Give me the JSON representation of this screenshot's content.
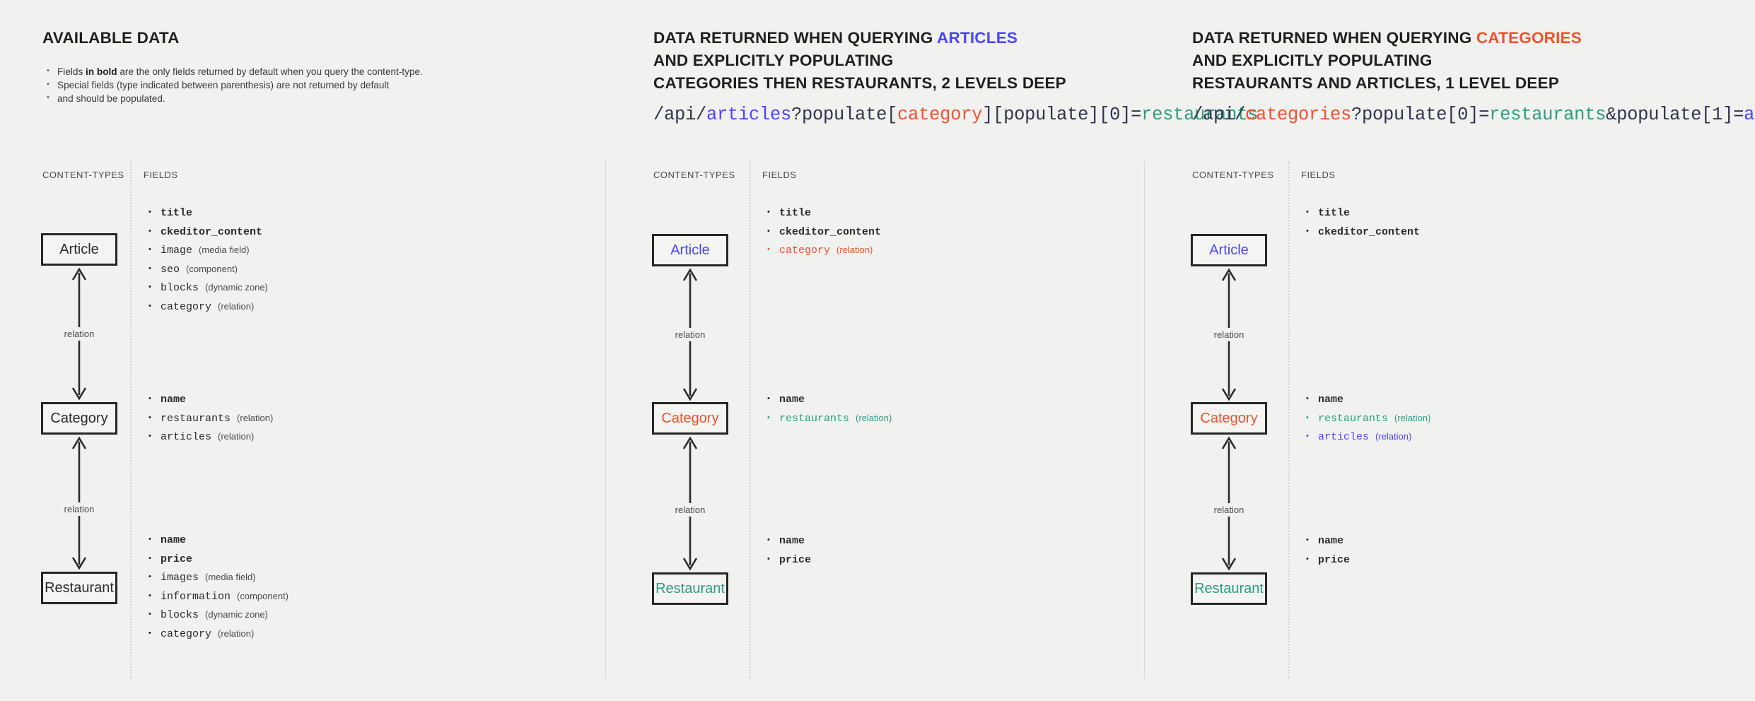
{
  "colors": {
    "blue": "#4945ff",
    "red": "#f5512a",
    "green": "#2a9d7f",
    "ink": "#1f1f1f",
    "background": "#f1f1f0"
  },
  "panel1": {
    "heading": "AVAILABLE DATA",
    "bullets": [
      {
        "pre": "Fields ",
        "bold": "in bold",
        "post": " are the only fields returned by default when you query the content-type."
      },
      {
        "pre": "Special fields (type indicated between parenthesis) are not returned by default",
        "bold": "",
        "post": ""
      },
      {
        "pre": "and should be populated.",
        "bold": "",
        "post": ""
      }
    ],
    "col_types_label": "CONTENT-TYPES",
    "col_fields_label": "FIELDS",
    "relation_label_1": "relation",
    "relation_label_2": "relation",
    "nodes": [
      {
        "name": "Article",
        "color": "default"
      },
      {
        "name": "Category",
        "color": "default"
      },
      {
        "name": "Restaurant",
        "color": "default"
      }
    ],
    "fields": {
      "article": [
        {
          "name": "title",
          "type": "",
          "bold": true,
          "color": ""
        },
        {
          "name": "ckeditor_content",
          "type": "",
          "bold": true,
          "color": ""
        },
        {
          "name": "image",
          "type": "(media field)",
          "bold": false,
          "color": ""
        },
        {
          "name": "seo",
          "type": "(component)",
          "bold": false,
          "color": ""
        },
        {
          "name": "blocks",
          "type": "(dynamic zone)",
          "bold": false,
          "color": ""
        },
        {
          "name": "category",
          "type": "(relation)",
          "bold": false,
          "color": ""
        }
      ],
      "category": [
        {
          "name": "name",
          "type": "",
          "bold": true,
          "color": ""
        },
        {
          "name": "restaurants",
          "type": "(relation)",
          "bold": false,
          "color": ""
        },
        {
          "name": "articles",
          "type": "(relation)",
          "bold": false,
          "color": ""
        }
      ],
      "restaurant": [
        {
          "name": "name",
          "type": "",
          "bold": true,
          "color": ""
        },
        {
          "name": "price",
          "type": "",
          "bold": true,
          "color": ""
        },
        {
          "name": "images",
          "type": "(media field)",
          "bold": false,
          "color": ""
        },
        {
          "name": "information",
          "type": "(component)",
          "bold": false,
          "color": ""
        },
        {
          "name": "blocks",
          "type": "(dynamic zone)",
          "bold": false,
          "color": ""
        },
        {
          "name": "category",
          "type": "(relation)",
          "bold": false,
          "color": ""
        }
      ]
    }
  },
  "panel2": {
    "heading_line1_a": "DATA RETURNED WHEN QUERYING ",
    "heading_line1_b": "ARTICLES",
    "heading_line2": "AND EXPLICITLY POPULATING",
    "heading_line3": "CATEGORIES THEN RESTAURANTS, 2 LEVELS DEEP",
    "url": [
      {
        "t": "/api/",
        "c": ""
      },
      {
        "t": "articles",
        "c": "blue"
      },
      {
        "t": "?populate[",
        "c": ""
      },
      {
        "t": "category",
        "c": "red"
      },
      {
        "t": "][populate][0]=",
        "c": ""
      },
      {
        "t": "restaurants",
        "c": "green"
      }
    ],
    "col_types_label": "CONTENT-TYPES",
    "col_fields_label": "FIELDS",
    "relation_label_1": "relation",
    "relation_label_2": "relation",
    "nodes": [
      {
        "name": "Article",
        "color": "blue"
      },
      {
        "name": "Category",
        "color": "red"
      },
      {
        "name": "Restaurant",
        "color": "green"
      }
    ],
    "fields": {
      "article": [
        {
          "name": "title",
          "type": "",
          "bold": true,
          "color": ""
        },
        {
          "name": "ckeditor_content",
          "type": "",
          "bold": true,
          "color": ""
        },
        {
          "name": "category",
          "type": "(relation)",
          "bold": false,
          "color": "c-red"
        }
      ],
      "category": [
        {
          "name": "name",
          "type": "",
          "bold": true,
          "color": ""
        },
        {
          "name": "restaurants",
          "type": "(relation)",
          "bold": false,
          "color": "c-green"
        }
      ],
      "restaurant": [
        {
          "name": "name",
          "type": "",
          "bold": true,
          "color": ""
        },
        {
          "name": "price",
          "type": "",
          "bold": true,
          "color": ""
        }
      ]
    }
  },
  "panel3": {
    "heading_line1_a": "DATA RETURNED WHEN QUERYING ",
    "heading_line1_b": "CATEGORIES",
    "heading_line2": "AND EXPLICITLY POPULATING",
    "heading_line3": "RESTAURANTS AND ARTICLES, 1 LEVEL DEEP",
    "url": [
      {
        "t": "/api/",
        "c": ""
      },
      {
        "t": "categories",
        "c": "red"
      },
      {
        "t": "?populate[0]=",
        "c": ""
      },
      {
        "t": "restaurants",
        "c": "green"
      },
      {
        "t": "&populate[1]=",
        "c": ""
      },
      {
        "t": "articles",
        "c": "blue"
      }
    ],
    "col_types_label": "CONTENT-TYPES",
    "col_fields_label": "FIELDS",
    "relation_label_1": "relation",
    "relation_label_2": "relation",
    "nodes": [
      {
        "name": "Article",
        "color": "blue"
      },
      {
        "name": "Category",
        "color": "red"
      },
      {
        "name": "Restaurant",
        "color": "green"
      }
    ],
    "fields": {
      "article": [
        {
          "name": "title",
          "type": "",
          "bold": true,
          "color": ""
        },
        {
          "name": "ckeditor_content",
          "type": "",
          "bold": true,
          "color": ""
        }
      ],
      "category": [
        {
          "name": "name",
          "type": "",
          "bold": true,
          "color": ""
        },
        {
          "name": "restaurants",
          "type": "(relation)",
          "bold": false,
          "color": "c-green"
        },
        {
          "name": "articles",
          "type": "(relation)",
          "bold": false,
          "color": "c-blue"
        }
      ],
      "restaurant": [
        {
          "name": "name",
          "type": "",
          "bold": true,
          "color": ""
        },
        {
          "name": "price",
          "type": "",
          "bold": true,
          "color": ""
        }
      ]
    }
  }
}
